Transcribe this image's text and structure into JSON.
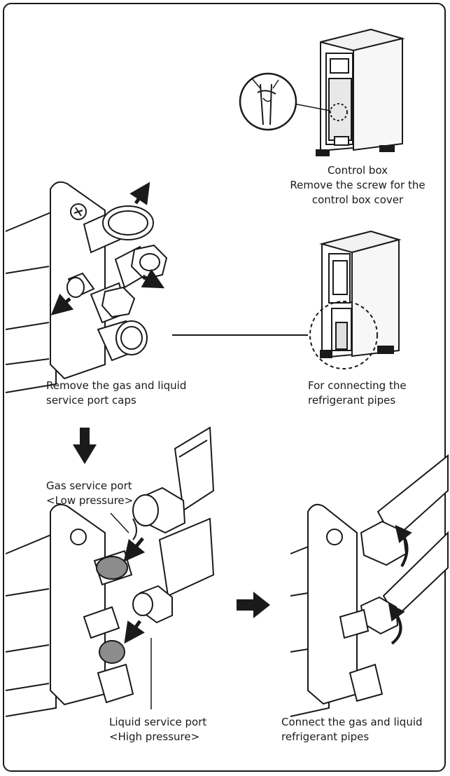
{
  "captions": {
    "control_box_title": "Control box",
    "control_box_line1": "Remove the screw for the",
    "control_box_line2": "control box cover",
    "caps_line1": "Remove the gas and liquid",
    "caps_line2": "service port caps",
    "connecting_line1": "For connecting the",
    "connecting_line2": "refrigerant pipes",
    "gas_port_line1": "Gas service port",
    "gas_port_line2": "<Low pressure>",
    "liquid_port_line1": "Liquid service port",
    "liquid_port_line2": "<High pressure>",
    "connect_line1": "Connect the gas and liquid",
    "connect_line2": "refrigerant pipes"
  },
  "colors": {
    "stroke": "#1a1a1a",
    "cap_fill": "#8c8c8c",
    "background": "#ffffff"
  }
}
